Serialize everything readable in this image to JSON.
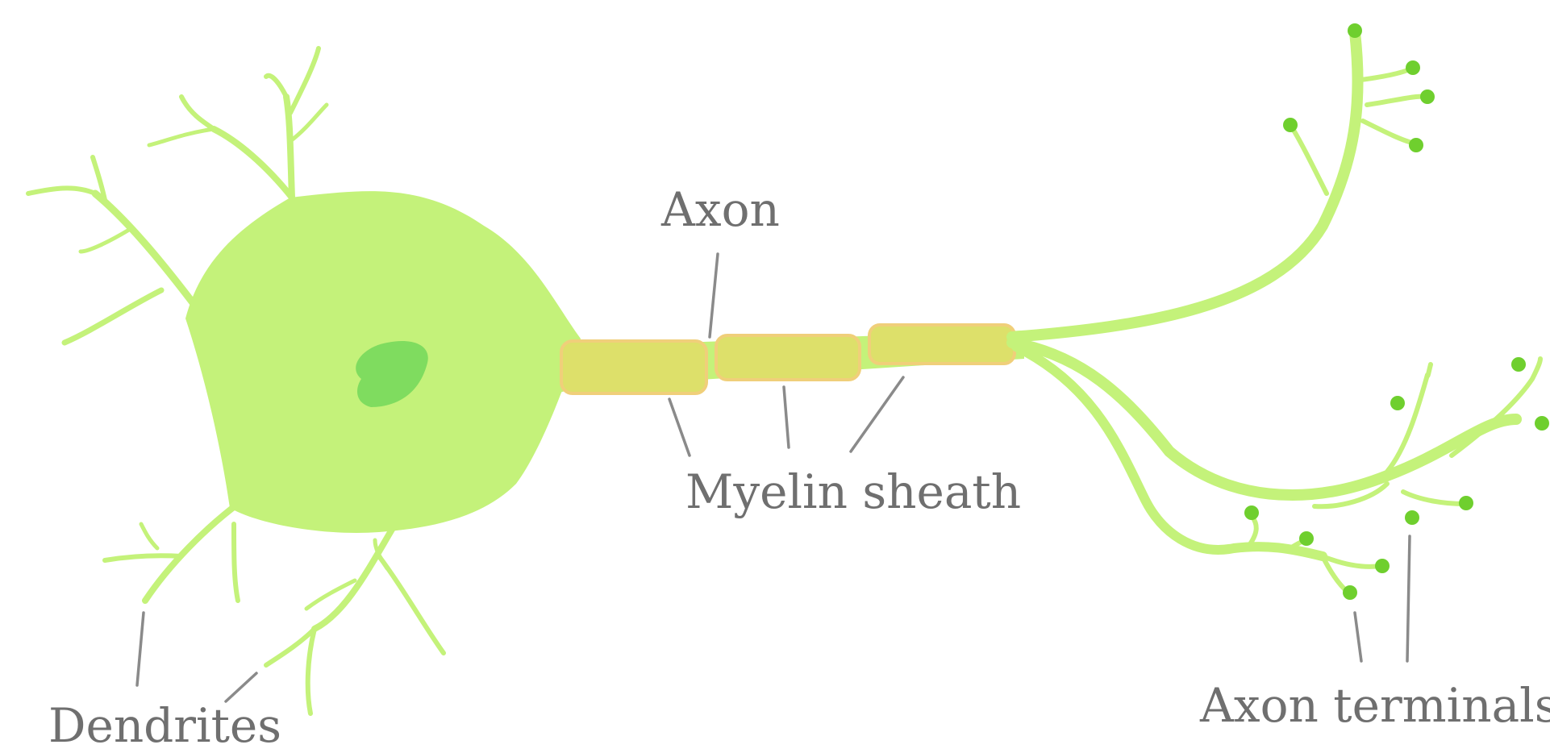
{
  "labels": {
    "axon": "Axon",
    "myelin_sheath": "Myelin sheath",
    "dendrites": "Dendrites",
    "axon_terminals": "Axon terminals"
  },
  "colors": {
    "neuron": "#c4f27a",
    "nucleus": "#7fdc5f",
    "myelin": "#dde06a",
    "myelin_edge": "#f0cf7a",
    "terminal": "#6fcf2e",
    "label_text": "#6f6f6f",
    "leader_line": "#8a8a8a"
  }
}
